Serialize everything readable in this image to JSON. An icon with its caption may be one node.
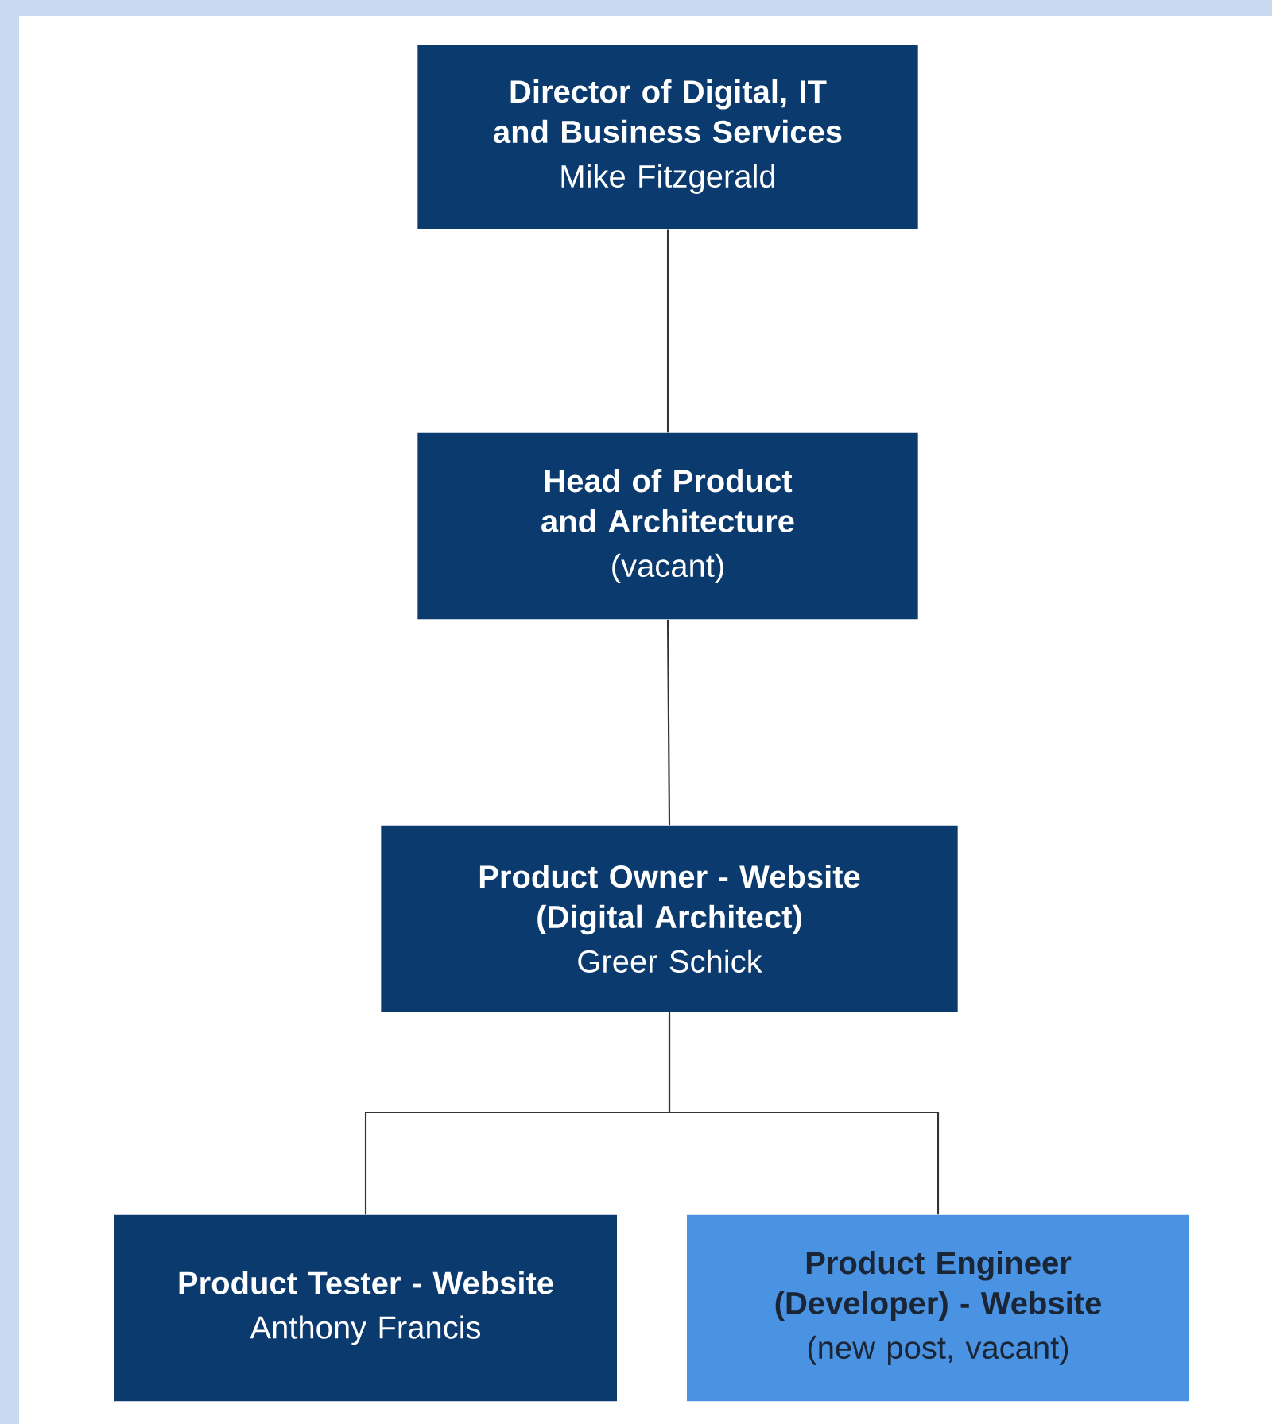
{
  "diagram": {
    "nodes": [
      {
        "text": [
          "Director of Digital, IT and Business Services",
          "Mike Fitzgerald"
        ]
      },
      {
        "text": [
          "Head of Product and Architecture",
          "(vacant)"
        ]
      },
      {
        "text": [
          "Product Owner - Website (Digital Architect)",
          "Greer Schick"
        ]
      },
      {
        "text": [
          "Product Tester - Website",
          "Anthony Francis"
        ]
      },
      {
        "text": [
          "Product Engineer (Developer) - Website",
          "(new post, vacant)"
        ]
      }
    ],
    "edges": [
      {
        "from": 0,
        "to": 1,
        "arrow": "none"
      },
      {
        "from": 1,
        "to": 2,
        "arrow": "none"
      },
      {
        "from": 2,
        "to": 3,
        "arrow": "none"
      },
      {
        "from": 2,
        "to": 4,
        "arrow": "none"
      }
    ]
  }
}
